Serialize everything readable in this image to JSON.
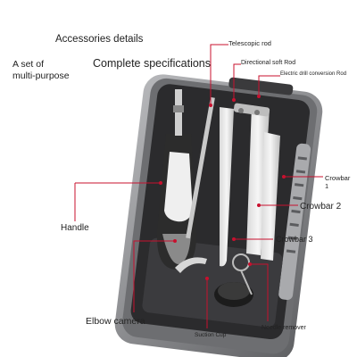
{
  "labels": {
    "accessories_details": "Accessories details",
    "a_set_of": "A set of",
    "multi_purpose": "multi-purpose",
    "complete_specifications": "Complete specifications",
    "telescopic_rod": "Telescopic rod",
    "directional_soft_rod": "Directional soft Rod",
    "electric_drill_rod": "Electric drill conversion Rod",
    "crowbar_1_word": "Crowbar",
    "crowbar_1_num": "1",
    "crowbar_2": "Crowbar 2",
    "crowbar_3": "Crowbar 3",
    "handle": "Handle",
    "elbow_camera": "Elbow camera",
    "suction_cup": "Suction Cup",
    "needle_remover": "Needle remover"
  },
  "colors": {
    "leader_line": "#c8102e",
    "case_dark": "#2b2b2d",
    "case_grey": "#8e8f92",
    "tool_white": "#e9e9e9"
  }
}
